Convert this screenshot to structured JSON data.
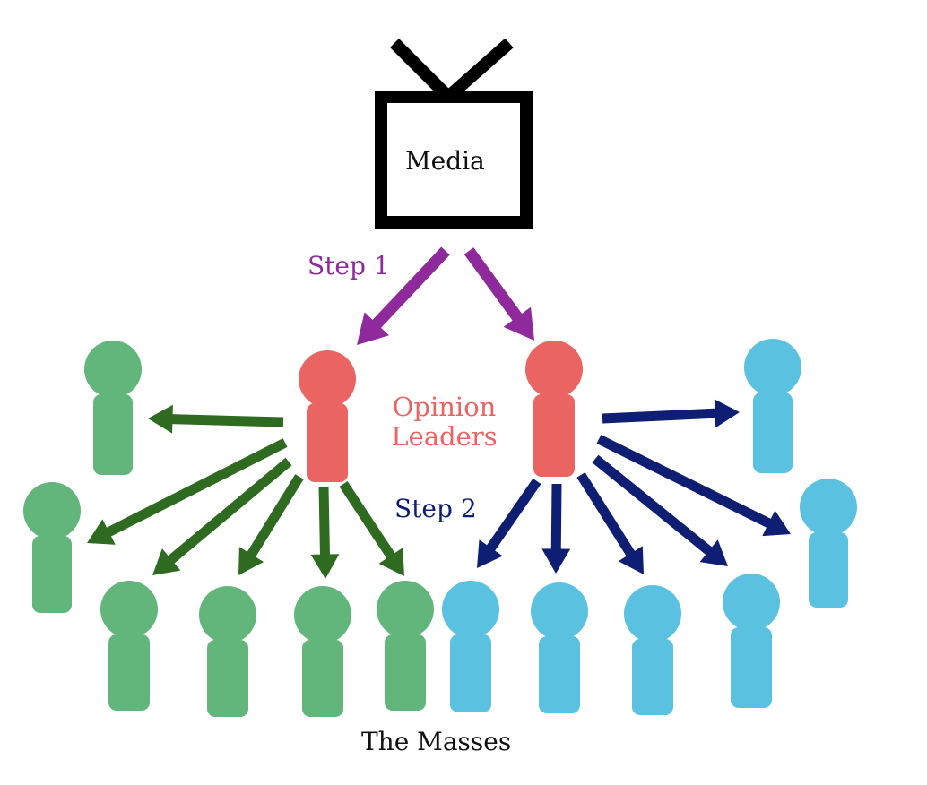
{
  "colors": {
    "tv": "#000000",
    "screen": "#ffffff",
    "step1_arrow": "#8e2a9c",
    "step2_green_arrow": "#2e6a1f",
    "step2_blue_arrow": "#0e1f73",
    "opinion_leader": "#ea6461",
    "masses_green": "#62b57b",
    "masses_blue": "#5ac1e0",
    "label_text": "#111111"
  },
  "labels": {
    "media": "Media",
    "step1": "Step 1",
    "opinion_leaders_line1": "Opinion",
    "opinion_leaders_line2": "Leaders",
    "step2": "Step 2",
    "masses": "The Masses"
  },
  "icons": [
    "tv-icon",
    "person-icon",
    "arrow-icon"
  ]
}
